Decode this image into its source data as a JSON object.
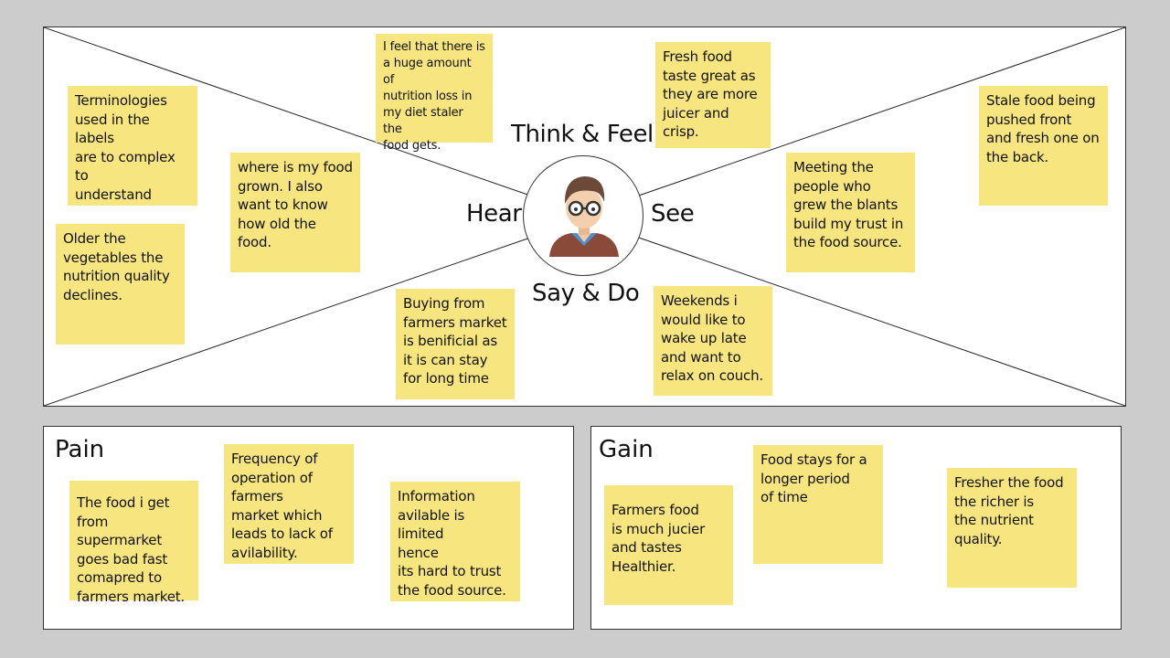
{
  "map": {
    "labels": {
      "think_feel": "Think & Feel",
      "hear": "Hear",
      "see": "See",
      "say_do": "Say & Do"
    },
    "persona_icon": "person-with-glasses-icon",
    "notes": {
      "terminologies": "Terminologies\nused in the labels\nare to complex to\nunderstand",
      "older": "Older the\nvegetables the\nnutrition quality\ndeclines.",
      "where_grown": "where is my food\ngrown. I also\nwant to know\nhow old the\nfood.",
      "nutrition_loss": "I  feel that there is\na huge amount of\nnutrition loss in\nmy diet staler the\nfood gets.",
      "fresh_food": "Fresh food\ntaste great as\nthey are more\njuicer and\ncrisp.",
      "stale_food": "Stale food being\npushed front\nand fresh one on\nthe back.",
      "meeting": "Meeting the\npeople who\ngrew the blants\nbuild my trust in\nthe food source.",
      "buying": "Buying from\nfarmers market\nis benificial as\nit is can stay\nfor long time",
      "weekends": "Weekends i\nwould like to\nwake up late\nand want to\nrelax on couch."
    }
  },
  "pain": {
    "title": "Pain",
    "notes": {
      "supermarket": "The food i get\nfrom supermarket\ngoes bad fast\ncomapred to\nfarmers market.",
      "frequency": "Frequency of\noperation of\nfarmers\nmarket which\nleads to lack of\navilability.",
      "information": "Information\navilable is limited\nhence\nits hard to trust\nthe food source."
    }
  },
  "gain": {
    "title": "Gain",
    "notes": {
      "farmers_food": "Farmers food\nis much jucier\nand tastes\nHealthier.",
      "stays": "Food stays for a\nlonger period\nof time",
      "fresher": "Fresher the food\nthe richer is\n the nutrient\nquality."
    }
  },
  "colors": {
    "sticky_note": "#f7e680",
    "background": "#cbcccb"
  }
}
